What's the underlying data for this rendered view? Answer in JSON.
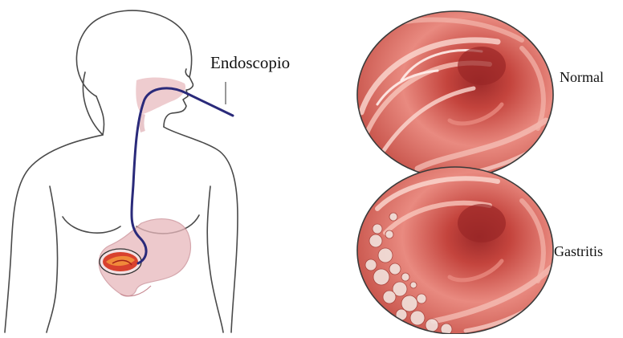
{
  "labels": {
    "endoscope": "Endoscopio",
    "normal": "Normal",
    "gastritis": "Gastritis"
  },
  "colors": {
    "outline": "#4a4a4a",
    "scope": "#2a2a7a",
    "organ_pink": "#e7b7bb",
    "mucosa_light": "#f6c9c0",
    "mucosa_dark": "#b83a35",
    "lesion": "#f1e2dc"
  },
  "icons": [
    "endoscope-tube",
    "stomach-organ",
    "endoscopic-view-normal",
    "endoscopic-view-gastritis"
  ]
}
